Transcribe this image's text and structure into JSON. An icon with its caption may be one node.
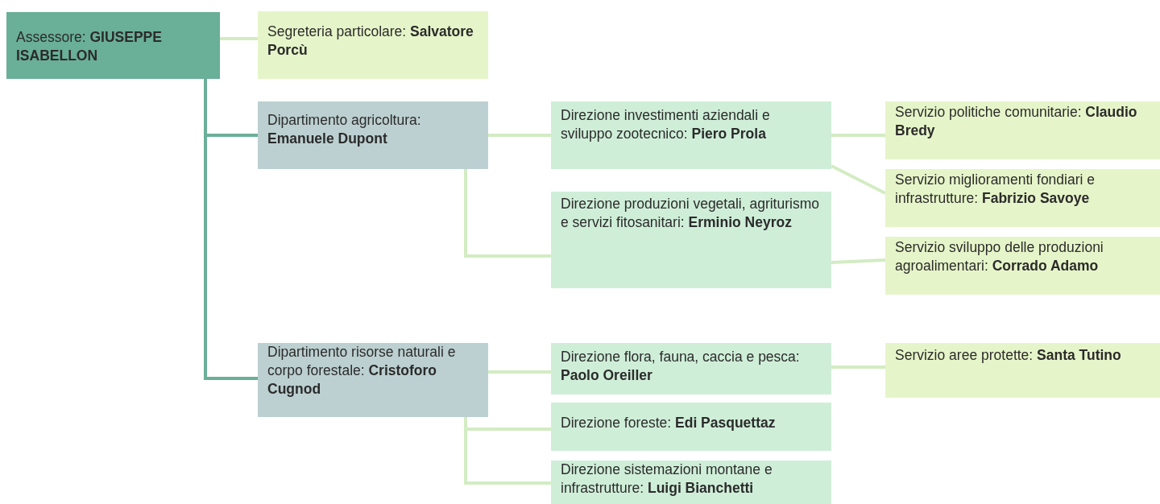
{
  "diagram": {
    "nodes": [
      {
        "text": [
          "Assessore: **GIUSEPPE ISABELLON**"
        ]
      },
      {
        "text": [
          "Segreteria particolare: **Salvatore Porcù**"
        ]
      },
      {
        "text": [
          "Dipartimento agricoltura: **Emanuele Dupont**"
        ]
      },
      {
        "text": [
          "Direzione investimenti aziendali e sviluppo zootecnico: **Piero Prola**"
        ]
      },
      {
        "text": [
          "Servizio politiche comunitarie: **Claudio Bredy**"
        ]
      },
      {
        "text": [
          "Servizio miglioramenti fondiari e infrastrutture: **Fabrizio Savoye**"
        ]
      },
      {
        "text": [
          "Direzione produzioni vegetali, agriturismo e servizi fitosanitari: **Erminio Neyroz**"
        ]
      },
      {
        "text": [
          "Servizio sviluppo delle produzioni agroalimentari: **Corrado Adamo**"
        ]
      },
      {
        "text": [
          "Dipartimento risorse naturali e corpo forestale: **Cristoforo Cugnod**"
        ]
      },
      {
        "text": [
          "Direzione flora, fauna, caccia e pesca: **Paolo Oreiller**"
        ]
      },
      {
        "text": [
          "Servizio aree protette: **Santa Tutino**"
        ]
      },
      {
        "text": [
          "Direzione foreste: **Edi Pasquettaz**"
        ]
      },
      {
        "text": [
          "Direzione sistemazioni montane e infrastrutture: **Luigi Bianchetti**"
        ]
      }
    ],
    "edges": [
      {
        "from": 0,
        "to": 1,
        "arrow": "none"
      },
      {
        "from": 0,
        "to": 2,
        "arrow": "none",
        "color": "#6aaf98"
      },
      {
        "from": 0,
        "to": 8,
        "arrow": "none",
        "color": "#6aaf98"
      },
      {
        "from": 2,
        "to": 3,
        "arrow": "none"
      },
      {
        "from": 2,
        "to": 6,
        "arrow": "none"
      },
      {
        "from": 3,
        "to": 4,
        "arrow": "none"
      },
      {
        "from": 3,
        "to": 5,
        "arrow": "none"
      },
      {
        "from": 6,
        "to": 7,
        "arrow": "none"
      },
      {
        "from": 8,
        "to": 9,
        "arrow": "none"
      },
      {
        "from": 8,
        "to": 11,
        "arrow": "none"
      },
      {
        "from": 8,
        "to": 12,
        "arrow": "none"
      },
      {
        "from": 9,
        "to": 10,
        "arrow": "none"
      }
    ]
  }
}
